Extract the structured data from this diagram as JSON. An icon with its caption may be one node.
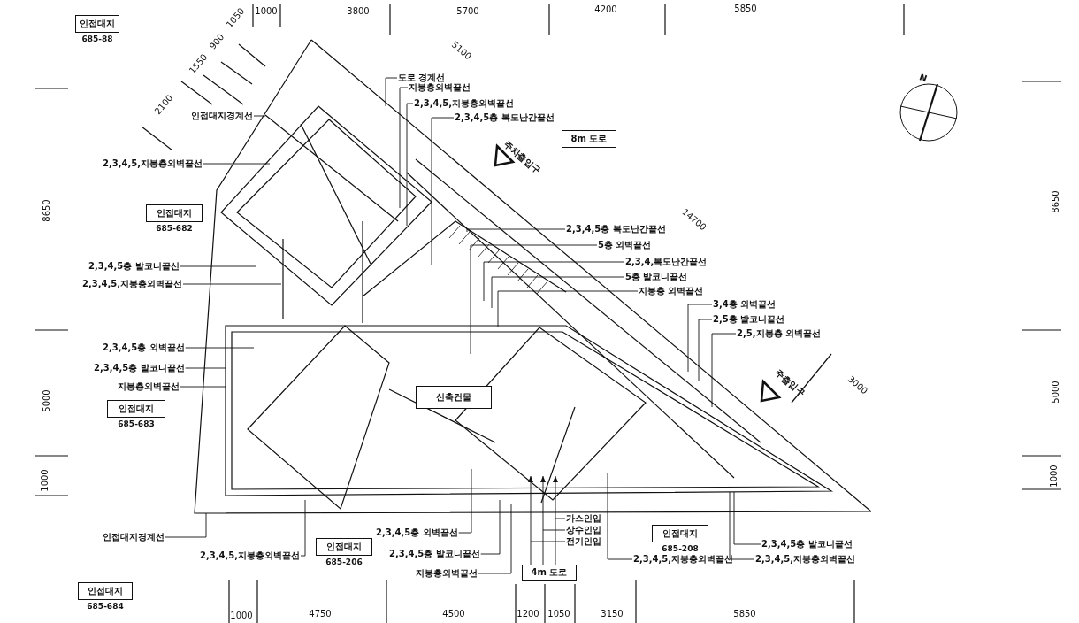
{
  "diagram": {
    "nodes": [
      {
        "text": [
          "인접대지"
        ],
        "beside": [
          "685-88"
        ]
      },
      {
        "text": [
          "도로 경계선"
        ]
      },
      {
        "text": [
          "지붕층외벽끝선"
        ]
      },
      {
        "text": [
          "2,3,4,5,지붕층외벽끝선"
        ]
      },
      {
        "text": [
          "2,3,4,5층 복도난간끝선"
        ]
      },
      {
        "text": [
          "인접대지경계선"
        ]
      },
      {
        "text": [
          "8m 도로"
        ]
      },
      {
        "text": [
          "2,3,4,5,지붕층외벽끝선"
        ]
      },
      {
        "text": [
          "인접대지"
        ],
        "beside": [
          "685-682"
        ]
      },
      {
        "text": [
          "2,3,4,5층 복도난간끝선"
        ]
      },
      {
        "text": [
          "5층 외벽끝선"
        ]
      },
      {
        "text": [
          "2,3,4,복도난간끝선"
        ]
      },
      {
        "text": [
          "5층 발코니끝선"
        ]
      },
      {
        "text": [
          "2,3,4,5층 발코니끝선"
        ]
      },
      {
        "text": [
          "2,3,4,5,지붕층외벽끝선"
        ]
      },
      {
        "text": [
          "지붕층 외벽끝선"
        ]
      },
      {
        "text": [
          "3,4층 외벽끝선"
        ]
      },
      {
        "text": [
          "2,5층 발코니끝선"
        ]
      },
      {
        "text": [
          "2,5,지붕층 외벽끝선"
        ]
      },
      {
        "text": [
          "2,3,4,5층 외벽끝선"
        ]
      },
      {
        "text": [
          "2,3,4,5층 발코니끝선"
        ]
      },
      {
        "text": [
          "지붕층외벽끝선"
        ]
      },
      {
        "text": [
          "신축건물"
        ]
      },
      {
        "text": [
          "인접대지"
        ],
        "beside": [
          "685-683"
        ]
      },
      {
        "text": [
          "가스인입"
        ]
      },
      {
        "text": [
          "상수인입"
        ]
      },
      {
        "text": [
          "전기인입"
        ]
      },
      {
        "text": [
          "2,3,4,5층 외벽끝선"
        ]
      },
      {
        "text": [
          "인접대지"
        ],
        "beside": [
          "685-208"
        ]
      },
      {
        "text": [
          "인접대지경계선"
        ]
      },
      {
        "text": [
          "2,3,4,5층 발코니끝선"
        ]
      },
      {
        "text": [
          "인접대지"
        ],
        "beside": [
          "685-206"
        ]
      },
      {
        "text": [
          "2,3,4,5층 발코니끝선"
        ]
      },
      {
        "text": [
          "2,3,4,5,지붕층외벽끝선"
        ]
      },
      {
        "text": [
          "2,3,4,5,지붕층외벽끝선"
        ]
      },
      {
        "text": [
          "2,3,4,5,지붕층외벽끝선"
        ]
      },
      {
        "text": [
          "4m 도로"
        ]
      },
      {
        "text": [
          "지붕층외벽끝선"
        ]
      },
      {
        "text": [
          "인접대지"
        ],
        "beside": [
          "685-684"
        ]
      }
    ],
    "edges": [
      {
        "from": 1,
        "to": null,
        "arrow": "none"
      },
      {
        "from": 2,
        "to": null,
        "arrow": "none"
      },
      {
        "from": 3,
        "to": null,
        "arrow": "none"
      },
      {
        "from": 4,
        "to": null,
        "arrow": "none"
      },
      {
        "from": 5,
        "to": null,
        "arrow": "none"
      },
      {
        "from": 7,
        "to": null,
        "arrow": "none"
      },
      {
        "from": 9,
        "to": null,
        "arrow": "none"
      },
      {
        "from": 10,
        "to": null,
        "arrow": "none"
      },
      {
        "from": 11,
        "to": null,
        "arrow": "none"
      },
      {
        "from": 12,
        "to": null,
        "arrow": "none"
      },
      {
        "from": 13,
        "to": null,
        "arrow": "none"
      },
      {
        "from": 14,
        "to": null,
        "arrow": "none"
      },
      {
        "from": 15,
        "to": null,
        "arrow": "none"
      },
      {
        "from": 16,
        "to": null,
        "arrow": "none"
      },
      {
        "from": 17,
        "to": null,
        "arrow": "none"
      },
      {
        "from": 18,
        "to": null,
        "arrow": "none"
      },
      {
        "from": 19,
        "to": null,
        "arrow": "none"
      },
      {
        "from": 20,
        "to": null,
        "arrow": "none"
      },
      {
        "from": 21,
        "to": null,
        "arrow": "none"
      },
      {
        "from": 24,
        "to": null,
        "arrow": "none"
      },
      {
        "from": 25,
        "to": null,
        "arrow": "none"
      },
      {
        "from": 26,
        "to": null,
        "arrow": "none"
      },
      {
        "from": 27,
        "to": null,
        "arrow": "none"
      },
      {
        "from": 29,
        "to": null,
        "arrow": "none"
      },
      {
        "from": 30,
        "to": null,
        "arrow": "none"
      },
      {
        "from": 32,
        "to": null,
        "arrow": "none"
      },
      {
        "from": 33,
        "to": null,
        "arrow": "none"
      },
      {
        "from": 34,
        "to": null,
        "arrow": "none"
      },
      {
        "from": 35,
        "to": null,
        "arrow": "none"
      },
      {
        "from": 37,
        "to": null,
        "arrow": "none"
      },
      {
        "from": 36,
        "to": null,
        "arrow": "to"
      },
      {
        "from": 36,
        "to": null,
        "arrow": "to"
      },
      {
        "from": 36,
        "to": null,
        "arrow": "to"
      }
    ],
    "labels": [
      "1050",
      "1000",
      "3800",
      "5700",
      "4200",
      "5850",
      "900",
      "1550",
      "5100",
      "N",
      "2100",
      "주차출입구",
      "8650",
      "14700",
      "8650",
      "5000",
      "주출입구",
      "3000",
      "5000",
      "1000",
      "1000",
      "1000",
      "4750",
      "4500",
      "1200",
      "1050",
      "3150",
      "5850"
    ]
  }
}
